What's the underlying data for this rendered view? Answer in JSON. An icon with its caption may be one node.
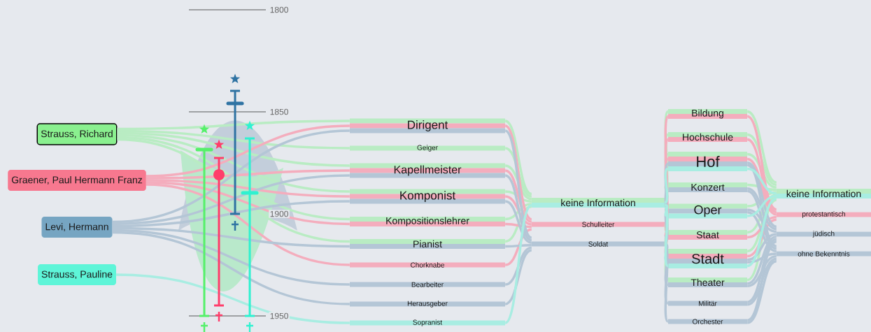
{
  "diagram": {
    "nodes": [
      {
        "text": [
          "Strauss, Richard"
        ]
      },
      {
        "text": [
          "Graener, Paul Hermann Franz"
        ]
      },
      {
        "text": [
          "Levi, Hermann"
        ]
      },
      {
        "text": [
          "Strauss, Pauline"
        ]
      },
      {
        "text": [
          "Dirigent"
        ]
      },
      {
        "text": [
          "Geiger"
        ]
      },
      {
        "text": [
          "Kapellmeister"
        ]
      },
      {
        "text": [
          "Komponist"
        ]
      },
      {
        "text": [
          "Kompositionslehrer"
        ]
      },
      {
        "text": [
          "Pianist"
        ]
      },
      {
        "text": [
          "Chorknabe"
        ]
      },
      {
        "text": [
          "Bearbeiter"
        ]
      },
      {
        "text": [
          "Herausgeber"
        ]
      },
      {
        "text": [
          "Sopranist"
        ]
      },
      {
        "text": [
          "keine Information"
        ]
      },
      {
        "text": [
          "Schulleiter"
        ]
      },
      {
        "text": [
          "Soldat"
        ]
      },
      {
        "text": [
          "Bildung"
        ]
      },
      {
        "text": [
          "Hochschule"
        ]
      },
      {
        "text": [
          "Hof"
        ]
      },
      {
        "text": [
          "Konzert"
        ]
      },
      {
        "text": [
          "Oper"
        ]
      },
      {
        "text": [
          "Staat"
        ]
      },
      {
        "text": [
          "Stadt"
        ]
      },
      {
        "text": [
          "Theater"
        ]
      },
      {
        "text": [
          "Militär"
        ]
      },
      {
        "text": [
          "Orchester"
        ]
      },
      {
        "text": [
          "keine Information"
        ]
      },
      {
        "text": [
          "protestantisch"
        ]
      },
      {
        "text": [
          "jüdisch"
        ]
      },
      {
        "text": [
          "ohne Bekenntnis"
        ]
      }
    ],
    "edges": [
      {
        "from": 0,
        "to": 4,
        "arrow": "none",
        "color": "#b9ecc3"
      },
      {
        "from": 0,
        "to": 5,
        "arrow": "none",
        "color": "#b9ecc3"
      },
      {
        "from": 0,
        "to": 6,
        "arrow": "none",
        "color": "#b9ecc3"
      },
      {
        "from": 0,
        "to": 7,
        "arrow": "none",
        "color": "#b9ecc3"
      },
      {
        "from": 0,
        "to": 8,
        "arrow": "none",
        "color": "#b9ecc3"
      },
      {
        "from": 0,
        "to": 9,
        "arrow": "none",
        "color": "#b9ecc3"
      },
      {
        "from": 1,
        "to": 4,
        "arrow": "none",
        "color": "#f4adbd"
      },
      {
        "from": 1,
        "to": 6,
        "arrow": "none",
        "color": "#f4adbd"
      },
      {
        "from": 1,
        "to": 7,
        "arrow": "none",
        "color": "#f4adbd"
      },
      {
        "from": 1,
        "to": 8,
        "arrow": "none",
        "color": "#f4adbd"
      },
      {
        "from": 1,
        "to": 10,
        "arrow": "none",
        "color": "#f4adbd"
      },
      {
        "from": 2,
        "to": 4,
        "arrow": "none",
        "color": "#b4c6d6"
      },
      {
        "from": 2,
        "to": 6,
        "arrow": "none",
        "color": "#b4c6d6"
      },
      {
        "from": 2,
        "to": 7,
        "arrow": "none",
        "color": "#b4c6d6"
      },
      {
        "from": 2,
        "to": 9,
        "arrow": "none",
        "color": "#b4c6d6"
      },
      {
        "from": 2,
        "to": 11,
        "arrow": "none",
        "color": "#b4c6d6"
      },
      {
        "from": 2,
        "to": 12,
        "arrow": "none",
        "color": "#b4c6d6"
      },
      {
        "from": 3,
        "to": 13,
        "arrow": "none",
        "color": "#a8ede2"
      },
      {
        "from": 4,
        "to": 14,
        "arrow": "none",
        "color": "#b9ecc3"
      },
      {
        "from": 5,
        "to": 14,
        "arrow": "none",
        "color": "#b9ecc3"
      },
      {
        "from": 6,
        "to": 14,
        "arrow": "none",
        "color": "#b9ecc3"
      },
      {
        "from": 7,
        "to": 14,
        "arrow": "none",
        "color": "#b9ecc3"
      },
      {
        "from": 8,
        "to": 14,
        "arrow": "none",
        "color": "#b9ecc3"
      },
      {
        "from": 9,
        "to": 14,
        "arrow": "none",
        "color": "#b9ecc3"
      },
      {
        "from": 4,
        "to": 15,
        "arrow": "none",
        "color": "#f4adbd"
      },
      {
        "from": 6,
        "to": 15,
        "arrow": "none",
        "color": "#f4adbd"
      },
      {
        "from": 7,
        "to": 15,
        "arrow": "none",
        "color": "#f4adbd"
      },
      {
        "from": 8,
        "to": 15,
        "arrow": "none",
        "color": "#f4adbd"
      },
      {
        "from": 10,
        "to": 15,
        "arrow": "none",
        "color": "#f4adbd"
      },
      {
        "from": 4,
        "to": 16,
        "arrow": "none",
        "color": "#b4c6d6"
      },
      {
        "from": 6,
        "to": 16,
        "arrow": "none",
        "color": "#b4c6d6"
      },
      {
        "from": 7,
        "to": 16,
        "arrow": "none",
        "color": "#b4c6d6"
      },
      {
        "from": 9,
        "to": 16,
        "arrow": "none",
        "color": "#b4c6d6"
      },
      {
        "from": 11,
        "to": 16,
        "arrow": "none",
        "color": "#b4c6d6"
      },
      {
        "from": 12,
        "to": 16,
        "arrow": "none",
        "color": "#b4c6d6"
      },
      {
        "from": 13,
        "to": 14,
        "arrow": "none",
        "color": "#a8ede2"
      },
      {
        "from": 14,
        "to": 17,
        "arrow": "none",
        "color": "#b9ecc3"
      },
      {
        "from": 14,
        "to": 18,
        "arrow": "none",
        "color": "#b9ecc3"
      },
      {
        "from": 14,
        "to": 19,
        "arrow": "none",
        "color": "#b9ecc3"
      },
      {
        "from": 14,
        "to": 20,
        "arrow": "none",
        "color": "#b9ecc3"
      },
      {
        "from": 14,
        "to": 21,
        "arrow": "none",
        "color": "#b9ecc3"
      },
      {
        "from": 14,
        "to": 22,
        "arrow": "none",
        "color": "#b9ecc3"
      },
      {
        "from": 14,
        "to": 23,
        "arrow": "none",
        "color": "#b9ecc3"
      },
      {
        "from": 14,
        "to": 24,
        "arrow": "none",
        "color": "#b9ecc3"
      },
      {
        "from": 15,
        "to": 17,
        "arrow": "none",
        "color": "#f4adbd"
      },
      {
        "from": 15,
        "to": 18,
        "arrow": "none",
        "color": "#f4adbd"
      },
      {
        "from": 15,
        "to": 19,
        "arrow": "none",
        "color": "#f4adbd"
      },
      {
        "from": 15,
        "to": 22,
        "arrow": "none",
        "color": "#f4adbd"
      },
      {
        "from": 15,
        "to": 23,
        "arrow": "none",
        "color": "#f4adbd"
      },
      {
        "from": 16,
        "to": 19,
        "arrow": "none",
        "color": "#b4c6d6"
      },
      {
        "from": 16,
        "to": 20,
        "arrow": "none",
        "color": "#b4c6d6"
      },
      {
        "from": 16,
        "to": 21,
        "arrow": "none",
        "color": "#b4c6d6"
      },
      {
        "from": 16,
        "to": 23,
        "arrow": "none",
        "color": "#b4c6d6"
      },
      {
        "from": 16,
        "to": 24,
        "arrow": "none",
        "color": "#b4c6d6"
      },
      {
        "from": 16,
        "to": 25,
        "arrow": "none",
        "color": "#b4c6d6"
      },
      {
        "from": 16,
        "to": 26,
        "arrow": "none",
        "color": "#b4c6d6"
      },
      {
        "from": 14,
        "to": 19,
        "arrow": "none",
        "color": "#a8ede2"
      },
      {
        "from": 14,
        "to": 21,
        "arrow": "none",
        "color": "#a8ede2"
      },
      {
        "from": 14,
        "to": 23,
        "arrow": "none",
        "color": "#a8ede2"
      },
      {
        "from": 17,
        "to": 27,
        "arrow": "none",
        "color": "#b9ecc3"
      },
      {
        "from": 18,
        "to": 27,
        "arrow": "none",
        "color": "#b9ecc3"
      },
      {
        "from": 19,
        "to": 27,
        "arrow": "none",
        "color": "#b9ecc3"
      },
      {
        "from": 20,
        "to": 27,
        "arrow": "none",
        "color": "#b9ecc3"
      },
      {
        "from": 21,
        "to": 27,
        "arrow": "none",
        "color": "#b9ecc3"
      },
      {
        "from": 22,
        "to": 27,
        "arrow": "none",
        "color": "#b9ecc3"
      },
      {
        "from": 23,
        "to": 27,
        "arrow": "none",
        "color": "#b9ecc3"
      },
      {
        "from": 24,
        "to": 27,
        "arrow": "none",
        "color": "#b9ecc3"
      },
      {
        "from": 17,
        "to": 28,
        "arrow": "none",
        "color": "#f4adbd"
      },
      {
        "from": 18,
        "to": 28,
        "arrow": "none",
        "color": "#f4adbd"
      },
      {
        "from": 19,
        "to": 28,
        "arrow": "none",
        "color": "#f4adbd"
      },
      {
        "from": 22,
        "to": 28,
        "arrow": "none",
        "color": "#f4adbd"
      },
      {
        "from": 23,
        "to": 28,
        "arrow": "none",
        "color": "#f4adbd"
      },
      {
        "from": 19,
        "to": 29,
        "arrow": "none",
        "color": "#b4c6d6"
      },
      {
        "from": 20,
        "to": 29,
        "arrow": "none",
        "color": "#b4c6d6"
      },
      {
        "from": 21,
        "to": 29,
        "arrow": "none",
        "color": "#b4c6d6"
      },
      {
        "from": 23,
        "to": 29,
        "arrow": "none",
        "color": "#b4c6d6"
      },
      {
        "from": 24,
        "to": 29,
        "arrow": "none",
        "color": "#b4c6d6"
      },
      {
        "from": 25,
        "to": 29,
        "arrow": "none",
        "color": "#b4c6d6"
      },
      {
        "from": 26,
        "to": 29,
        "arrow": "none",
        "color": "#b4c6d6"
      },
      {
        "from": 19,
        "to": 30,
        "arrow": "none",
        "color": "#b4c6d6"
      },
      {
        "from": 20,
        "to": 30,
        "arrow": "none",
        "color": "#b4c6d6"
      },
      {
        "from": 21,
        "to": 30,
        "arrow": "none",
        "color": "#b4c6d6"
      },
      {
        "from": 23,
        "to": 30,
        "arrow": "none",
        "color": "#b4c6d6"
      },
      {
        "from": 24,
        "to": 30,
        "arrow": "none",
        "color": "#b4c6d6"
      },
      {
        "from": 25,
        "to": 30,
        "arrow": "none",
        "color": "#b4c6d6"
      },
      {
        "from": 26,
        "to": 30,
        "arrow": "none",
        "color": "#b4c6d6"
      },
      {
        "from": 19,
        "to": 27,
        "arrow": "none",
        "color": "#a8ede2"
      },
      {
        "from": 21,
        "to": 27,
        "arrow": "none",
        "color": "#a8ede2"
      },
      {
        "from": 23,
        "to": 27,
        "arrow": "none",
        "color": "#a8ede2"
      }
    ],
    "labels": [
      "1800",
      "1850",
      "1900",
      "1950"
    ]
  }
}
